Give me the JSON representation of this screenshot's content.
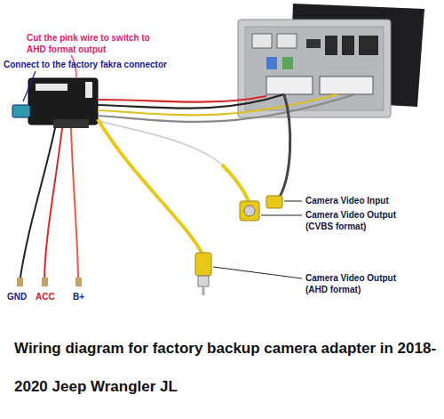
{
  "diagram": {
    "title": "Wiring diagram for factory backup camera adapter in 2018-2020 Jeep Wrangler JL",
    "labels": [
      "Cut the pink wire to switch to AHD format output",
      "Connect to the factory fakra connector",
      "Camera Video Input",
      "Camera Video Output (CVBS format)",
      "Camera Video Output (AHD format)",
      "GND",
      "ACC",
      "B+"
    ]
  }
}
